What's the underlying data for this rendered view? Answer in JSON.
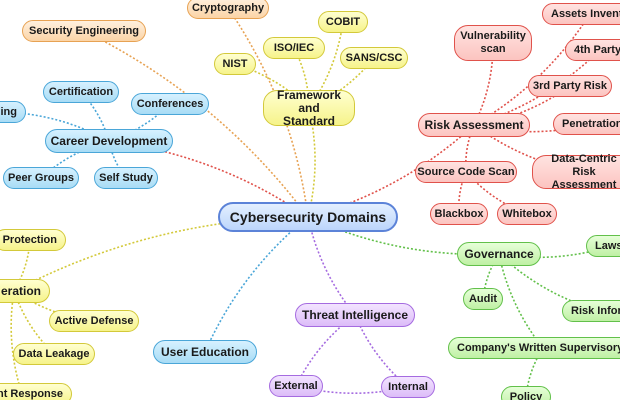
{
  "colors": {
    "blue": "#4aa6d8",
    "red": "#e0524b",
    "yellow": "#d3c93a",
    "orange": "#e7a253",
    "green": "#62c04a",
    "purple": "#a56be0",
    "root": "#5c83d8"
  },
  "nodes": {
    "root": "Cybersecurity Domains",
    "security_engineering": "Security Engineering",
    "cryptography": "Cryptography",
    "framework": "Framework and Standard",
    "nist": "NIST",
    "iso": "ISO/IEC",
    "cobit": "COBIT",
    "sans": "SANS/CSC",
    "career": "Career Development",
    "certification": "Certification",
    "conferences": "Conferences",
    "training": "ning",
    "peer_groups": "Peer Groups",
    "self_study": "Self Study",
    "risk": "Risk Assessment",
    "vuln": "Vulnerability scan",
    "assets": "Assets Invento",
    "party4": "4th Party",
    "party3": "3rd Party Risk",
    "pentest": "Penetration",
    "source_scan": "Source Code Scan",
    "data_centric": "Data-Centric Risk Assessment",
    "blackbox": "Blackbox",
    "whitebox": "Whitebox",
    "governance": "Governance",
    "laws": "Laws",
    "audit": "Audit",
    "risk_info": "Risk Inform",
    "written_policy": "Company's Written Supervisory Pr",
    "policy": "Policy",
    "threat": "Threat Intelligence",
    "external": "External",
    "internal": "Internal",
    "user_education": "User Education",
    "operation": "eration",
    "protection": "Protection",
    "active_defense": "Active Defense",
    "data_leakage": "Data Leakage",
    "incident": "ent Response"
  }
}
